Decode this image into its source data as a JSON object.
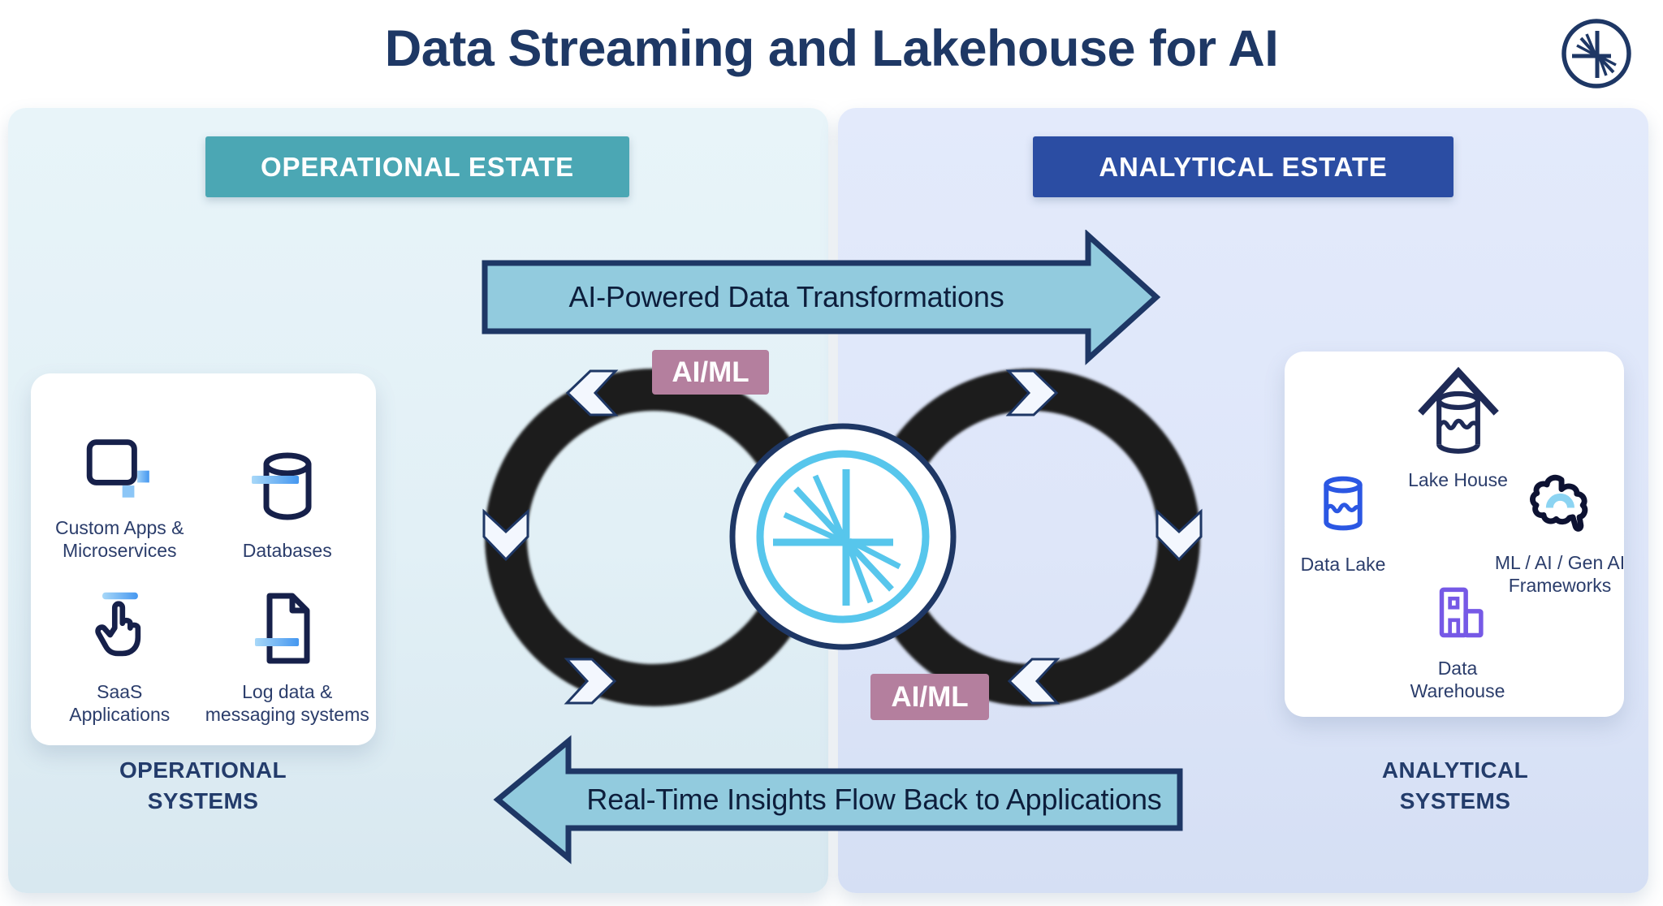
{
  "title": "Data Streaming and Lakehouse for AI",
  "logo": {
    "name": "confluent-starburst-logo"
  },
  "estates": {
    "operational": {
      "label": "OPERATIONAL ESTATE",
      "color": "#4BA7B4"
    },
    "analytical": {
      "label": "ANALYTICAL ESTATE",
      "color": "#2B4DA3"
    }
  },
  "flow": {
    "top_arrow": "AI-Powered Data Transformations",
    "bottom_arrow": "Real-Time Insights Flow Back to Applications",
    "aiml_top": "AI/ML",
    "aiml_bottom": "AI/ML",
    "center_logo": "confluent-starburst"
  },
  "operational_card": {
    "items": [
      {
        "icon": "custom-apps-icon",
        "label": "Custom Apps &\nMicroservices"
      },
      {
        "icon": "databases-icon",
        "label": "Databases"
      },
      {
        "icon": "saas-applications-icon",
        "label": "SaaS\nApplications"
      },
      {
        "icon": "log-data-icon",
        "label": "Log data &\nmessaging systems"
      }
    ],
    "footer": "OPERATIONAL\nSYSTEMS"
  },
  "analytical_card": {
    "items": [
      {
        "icon": "lake-house-icon",
        "label": "Lake House"
      },
      {
        "icon": "data-lake-icon",
        "label": "Data Lake"
      },
      {
        "icon": "ml-ai-frameworks-icon",
        "label": "ML / AI / Gen AI\nFrameworks"
      },
      {
        "icon": "data-warehouse-icon",
        "label": "Data\nWarehouse"
      }
    ],
    "footer": "ANALYTICAL\nSYSTEMS"
  },
  "colors": {
    "title_navy": "#1E3865",
    "panel_left": "#E2F0F6",
    "panel_right": "#DEE6F9",
    "teal_badge": "#4BA7B4",
    "blue_badge": "#2B4DA3",
    "arrow_fill": "#92CBDE",
    "arrow_border": "#1E3765",
    "aiml_mauve": "#B47F9E",
    "loop_black": "#1B1B1B",
    "logo_blue": "#57C6EC",
    "icon_navy": "#16204A",
    "data_lake_blue": "#2B57E3",
    "warehouse_purple": "#7659E6",
    "accent_light_blue": "#8CD4F2"
  }
}
